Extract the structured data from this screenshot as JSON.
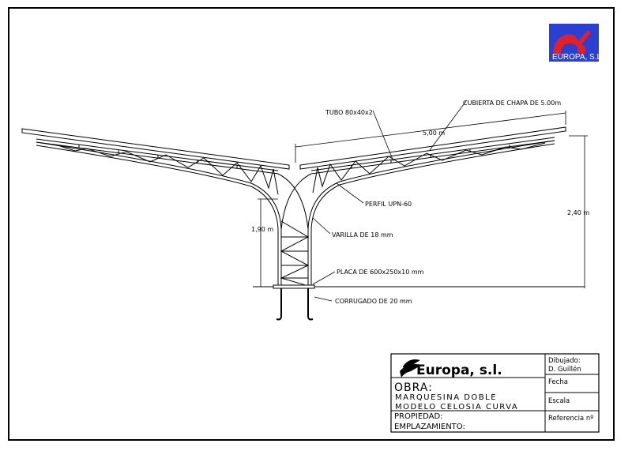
{
  "logo": {
    "text": "EUROPA, S.L."
  },
  "annotations": {
    "tubo": "TUBO 80x40x2",
    "cubierta": "CUBIERTA DE CHAPA DE 5.00m",
    "span": "5,00 m",
    "perfil": "PERFIL UPN-60",
    "height_total": "2,40 m",
    "height_column": "1,90 m",
    "varilla": "VARILLA DE 18 mm",
    "placa": "PLACA DE 600x250x10 mm",
    "corrugado": "CORRUGADO DE 20 mm"
  },
  "title_block": {
    "brand": "Europa, s.l.",
    "obra_label": "OBRA:",
    "obra_line1": "MARQUESINA DOBLE",
    "obra_line2": "MODELO CELOSIA CURVA",
    "propiedad": "PROPIEDAD:",
    "emplazamiento": "EMPLAZAMIENTO:",
    "dibujado_label": "Dibujado:",
    "dibujado_value": "D. Guillén",
    "fecha": "Fecha",
    "escala": "Escala",
    "referencia": "Referencia nº"
  },
  "colors": {
    "logo_bg": "#2b3fd0",
    "logo_mark": "#e0202a"
  }
}
